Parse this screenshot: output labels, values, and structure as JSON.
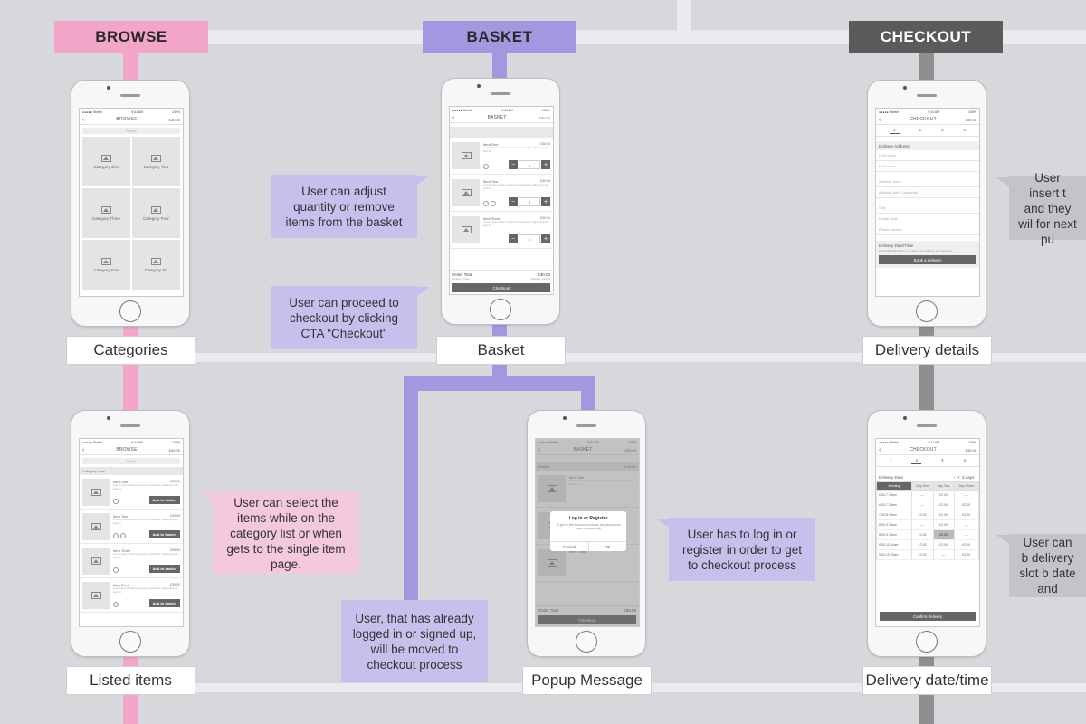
{
  "lanes": {
    "browse": "BROWSE",
    "basket": "BASKET",
    "checkout": "CHECKOUT"
  },
  "labels": {
    "categories": "Categories",
    "listed_items": "Listed items",
    "basket": "Basket",
    "popup": "Popup Message",
    "delivery_details": "Delivery details",
    "delivery_datetime": "Delivery date/time"
  },
  "callouts": {
    "adjust": "User can adjust quantity or remove items from the basket",
    "proceed": "User can proceed to checkout by clicking CTA “Checkout”",
    "select": "User can select the items while on the category list or when gets to the single item page.",
    "login": "User has to log in or register in order to get to checkout process",
    "logged": "User, that has already logged in or signed up, will be moved to checkout process",
    "insert": "User insert t and they wil for next pu",
    "slot": "User can b delivery slot b date and"
  },
  "phone_common": {
    "carrier": "●●●●● Sketch",
    "time": "9:41 AM",
    "battery": "100%",
    "back": "‹",
    "cart_price": "£30.00",
    "search": "Search"
  },
  "categories_screen": {
    "title": "BROWSE",
    "cells": [
      "Category One",
      "Category Two",
      "Category Three",
      "Category Four",
      "Category Five",
      "Category Six"
    ]
  },
  "listed_screen": {
    "title": "BROWSE",
    "section": "Category One",
    "items": [
      {
        "name": "Item One",
        "price": "£30.00"
      },
      {
        "name": "Item Two",
        "price": "£30.00"
      },
      {
        "name": "Item Three",
        "price": "£30.00"
      },
      {
        "name": "Item Four",
        "price": "£30.00"
      }
    ],
    "add_label": "Add to basket",
    "desc": "Lorem ipsum dolor sit amet consectetur adipiscing elit sed do"
  },
  "basket_screen": {
    "title": "BASKET",
    "items": [
      {
        "name": "Item One",
        "price": "£30.00",
        "qty": "1"
      },
      {
        "name": "Item Two",
        "price": "£30.00",
        "qty": "3"
      },
      {
        "name": "Item Three",
        "price": "£30.00",
        "qty": "1"
      }
    ],
    "total_label": "Order Total",
    "total_value": "£30.00",
    "delivery": "Delivery: Free",
    "savings": "Savings: £10.00",
    "cta": "Checkout"
  },
  "popup_screen": {
    "title": "BASKET",
    "section_left": "Basket",
    "section_right": "3 Items",
    "popup_title": "Log in or Register",
    "popup_desc": "To get to the checkout process and place your order successfully",
    "cancel": "Cancel",
    "ok": "OK",
    "total_label": "Order Total",
    "total_value": "£30.00",
    "cta": "Checkout"
  },
  "details_screen": {
    "title": "CHECKOUT",
    "steps": [
      "1",
      "2",
      "3",
      "4"
    ],
    "section": "Delivery Address",
    "fields": [
      "First name",
      "Last name",
      "Address line 1",
      "Address line 2 (optional)",
      "City",
      "Postal code",
      "Phone number"
    ],
    "del_title": "Delivery Date/Time",
    "del_sub": "Get FREE DELIVERY on orders over £30 from £30 and more",
    "cta": "Book a delivery"
  },
  "datetime_screen": {
    "title": "CHECKOUT",
    "steps": [
      "1",
      "2",
      "3",
      "4"
    ],
    "dd_label": "Delivery Date",
    "dd_nav": "+/- 3 days",
    "cols": [
      "Morning",
      "Day One",
      "Day Two",
      "Day Three"
    ],
    "rows": [
      [
        "6.30-7.30am",
        "—",
        "£2.00",
        "—"
      ],
      [
        "6.30-7.30am",
        "—",
        "£2.00",
        "£2.00"
      ],
      [
        "7.30-8.30am",
        "£2.00",
        "£2.00",
        "£2.00"
      ],
      [
        "8.30-9.30am",
        "—",
        "£2.00",
        "—"
      ],
      [
        "8.30-9.30am",
        "£2.00",
        "£3.00",
        "—"
      ],
      [
        "9.30-10.30am",
        "£2.00",
        "£2.00",
        "£2.00"
      ],
      [
        "9.30-10.30am",
        "£2.00",
        "—",
        "£2.00"
      ]
    ],
    "cta": "Confirm delivery"
  }
}
